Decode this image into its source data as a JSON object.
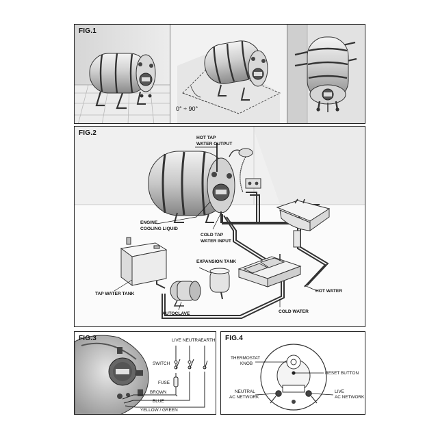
{
  "fig1": {
    "label": "FIG.1",
    "angle_text": "0° ÷ 90°"
  },
  "fig2": {
    "label": "FIG.2",
    "hot_tap_line1": "HOT TAP",
    "hot_tap_line2": "WATER OUTPUT",
    "engine_line1": "ENGINE",
    "engine_line2": "COOLING LIQUID",
    "cold_tap_line1": "COLD TAP",
    "cold_tap_line2": "WATER INPUT",
    "expansion_tank": "EXPANSION TANK",
    "tap_water_tank": "TAP WATER  TANK",
    "autoclave": "AUTOCLAVE",
    "hot_water": "HOT WATER",
    "cold_water": "COLD WATER"
  },
  "fig3": {
    "label": "FIG.3",
    "live": "LIVE",
    "neutral": "NEUTRAL",
    "earth": "EARTH",
    "switch": "SWITCH",
    "fuse": "FUSE",
    "brown": "BROWN",
    "blue": "BLUE",
    "yellow_green": "YELLOW / GREEN"
  },
  "fig4": {
    "label": "FIG.4",
    "thermostat_line1": "THERMOSTAT",
    "thermostat_line2": "KNOB",
    "reset_button": "RESET BUTTON",
    "neutral_line1": "NEUTRAL",
    "neutral_line2": "AC NETWORK",
    "live_line1": "LIVE",
    "live_line2": "AC NETWORK"
  }
}
